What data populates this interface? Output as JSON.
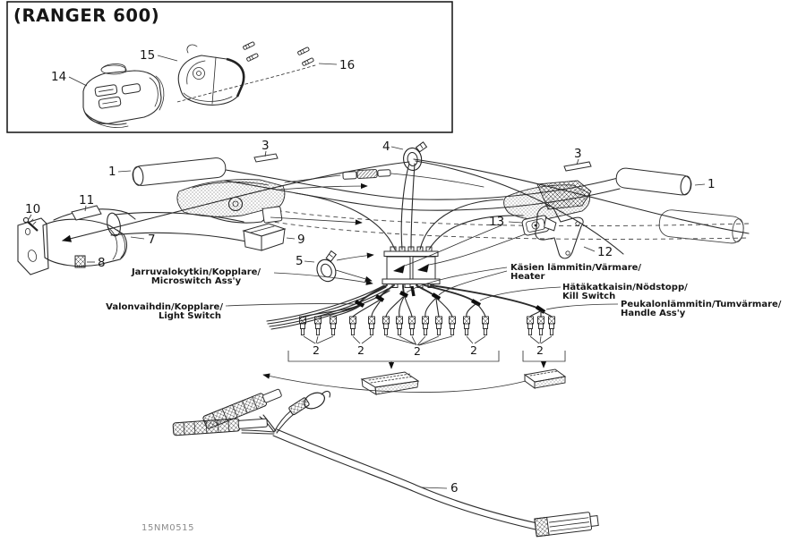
{
  "inset": {
    "title": "(RANGER 600)"
  },
  "footer": {
    "code": "15NM0515"
  },
  "callouts": {
    "grip_left": "1",
    "grip_right": "1",
    "clip_left": "3",
    "clip_right": "3",
    "tie_top": "4",
    "tie_mid": "5",
    "harness": "6",
    "brake_lever": "7",
    "bushing": "8",
    "switch_block": "9",
    "screw": "10",
    "pad": "11",
    "bracket": "12",
    "switch": "13",
    "housing": "14",
    "cover": "15",
    "screws": "16",
    "terminal_a": "2",
    "terminal_b": "2",
    "terminal_c": "2",
    "terminal_d": "2",
    "terminal_e": "2"
  },
  "labels": {
    "microswitch": {
      "line1": "Jarruvalokytkin/Kopplare/",
      "line2": "Microswitch Ass'y"
    },
    "light_switch": {
      "line1": "Valonvaihdin/Kopplare/",
      "line2": "Light Switch"
    },
    "heater": {
      "line1": "Käsien lämmitin/Värmare/",
      "line2": "Heater"
    },
    "kill_switch": {
      "line1": "Hätäkatkaisin/Nödstopp/",
      "line2": "Kill Switch"
    },
    "handle": {
      "line1": "Peukalonlämmitin/Tumvärmare/",
      "line2": "Handle Ass'y"
    }
  }
}
